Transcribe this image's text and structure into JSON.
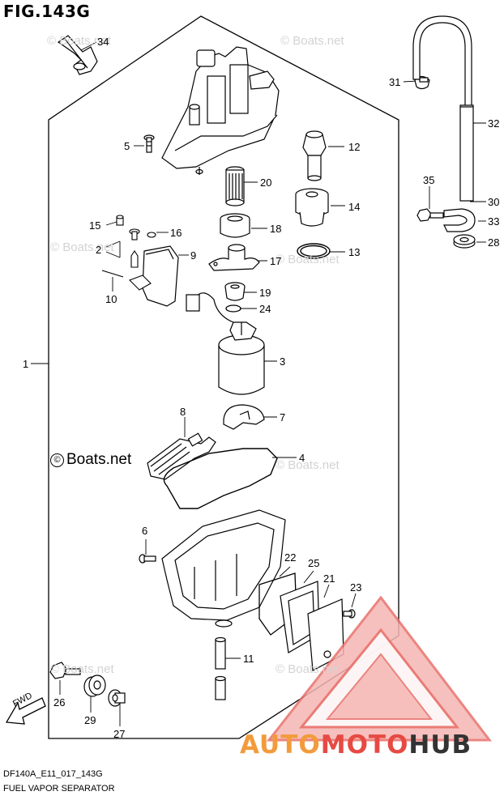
{
  "figure": {
    "title": "FIG.143G",
    "code": "DF140A_E11_017_143G",
    "name": "FUEL VAPOR SEPARATOR"
  },
  "watermark": {
    "main": "Boats.net",
    "copyright_symbol": "©"
  },
  "brand": {
    "part1": "AUTO",
    "part2": "MOTO",
    "part3": "HUB",
    "colors": {
      "auto": "#f29b3c",
      "moto": "#e64a43",
      "hub": "#333333"
    }
  },
  "fwd_label": "FWD",
  "callouts": [
    "34",
    "31",
    "32",
    "30",
    "35",
    "33",
    "28",
    "5",
    "12",
    "20",
    "14",
    "13",
    "15",
    "16",
    "2",
    "9",
    "18",
    "17",
    "10",
    "19",
    "24",
    "3",
    "1",
    "7",
    "8",
    "4",
    "6",
    "22",
    "25",
    "21",
    "23",
    "11",
    "26",
    "29",
    "27"
  ]
}
